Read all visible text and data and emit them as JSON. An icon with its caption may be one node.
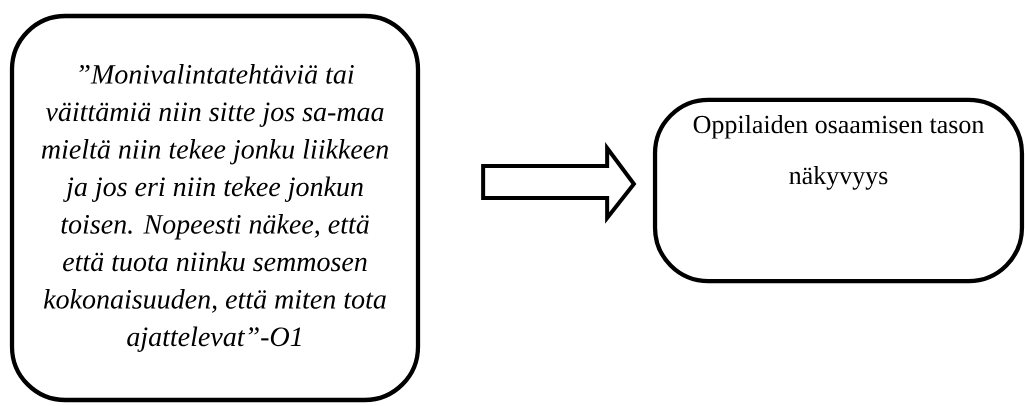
{
  "diagram": {
    "nodes": [
      {
        "text": [
          "”Monivalintatehtäviä tai väittämiä niin sitte jos sa-maa mieltä niin tekee jonku liikkeen ja jos eri niin tekee jonkun toisen. Nopeesti näkee, että että tuota niinku semmosen kokonaisuuden, että miten tota ajattelevat”-O1"
        ]
      },
      {
        "text": [
          "Oppilaiden osaamisen tason näkyvyys"
        ]
      }
    ],
    "edges": [
      {
        "from": 0,
        "to": 1,
        "arrow": "to"
      }
    ]
  }
}
